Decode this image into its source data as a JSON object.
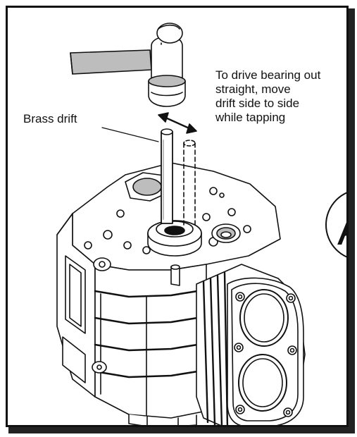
{
  "labels": {
    "brass_drift": "Brass drift",
    "instruction": "To drive bearing out\nstraight, move\ndrift side to side\nwhile tapping"
  },
  "callout": {
    "letter": "A"
  },
  "icons": [
    "hammer-icon",
    "brass-drift-icon",
    "side-to-side-arrow-icon",
    "engine-block-icon"
  ],
  "colors": {
    "line": "#111111",
    "fill": "#ffffff",
    "shade": "#bdbdbd",
    "dark_shade": "#777777"
  }
}
